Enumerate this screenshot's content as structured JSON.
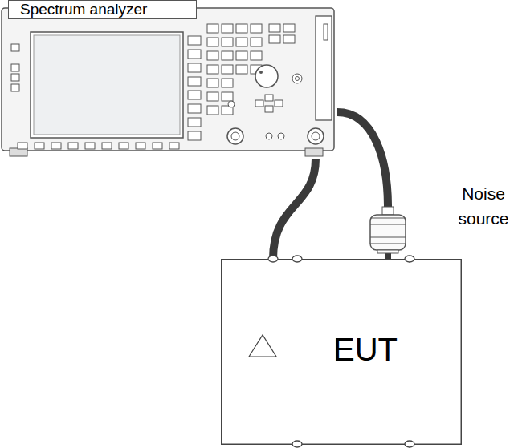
{
  "diagram": {
    "nodes": [
      {
        "text": [
          "Spectrum analyzer"
        ]
      },
      {
        "text": [
          "Noise source"
        ]
      },
      {
        "text": [
          "EUT"
        ]
      }
    ],
    "edges": [
      {
        "from": 0,
        "to": 2,
        "arrow": "none"
      },
      {
        "from": 0,
        "to": 1,
        "arrow": "none"
      },
      {
        "from": 1,
        "to": 2,
        "arrow": "none"
      }
    ]
  }
}
